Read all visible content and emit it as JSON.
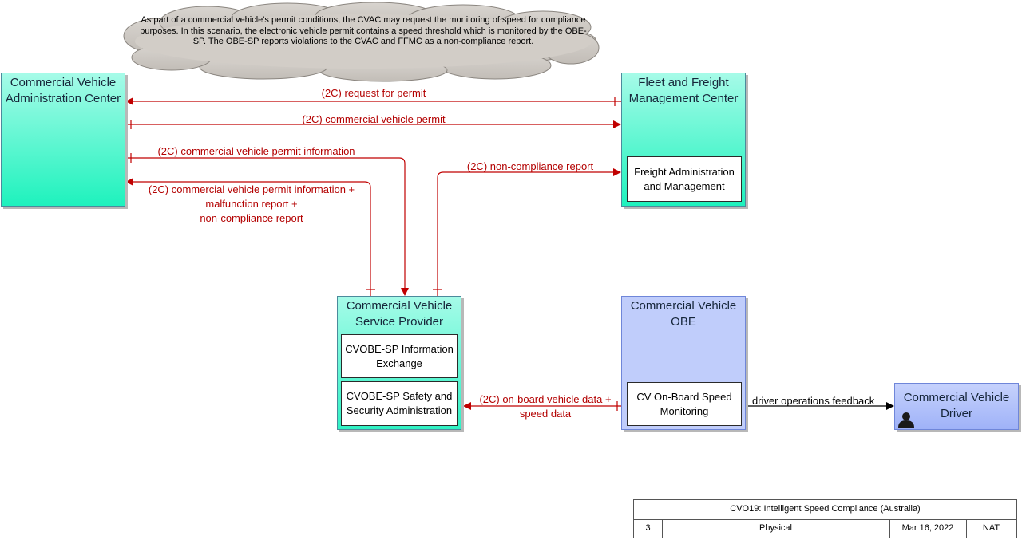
{
  "note": "As part of a commercial vehicle's permit conditions, the CVAC may request the monitoring of speed for compliance purposes. In this scenario, the electronic vehicle permit contains a speed threshold which is monitored by the OBE-SP. The OBE-SP reports violations to the CVAC and FFMC as a non-compliance report.",
  "entities": {
    "cvac": {
      "title": "Commercial Vehicle Administration Center"
    },
    "ffmc": {
      "title": "Fleet and Freight Management Center",
      "sub": "Freight Administration and Management"
    },
    "cvsp": {
      "title": "Commercial Vehicle Service Provider",
      "sub1": "CVOBE-SP Information Exchange",
      "sub2": "CVOBE-SP Safety and Security Administration"
    },
    "obe": {
      "title": "Commercial Vehicle OBE",
      "sub": "CV On-Board Speed Monitoring"
    },
    "driver": {
      "title": "Commercial Vehicle Driver"
    }
  },
  "flows": {
    "request_permit": "(2C) request for permit",
    "cv_permit": "(2C) commercial vehicle permit",
    "permit_info": "(2C) commercial vehicle permit information",
    "permit_info_reports_l1": "(2C) commercial vehicle permit information +",
    "permit_info_reports_l2": "malfunction report +",
    "permit_info_reports_l3": "non-compliance report",
    "noncompliance": "(2C) non-compliance report",
    "obe_data_l1": "(2C) on-board vehicle data +",
    "obe_data_l2": "speed data",
    "driver_feedback": "driver operations feedback"
  },
  "colors": {
    "flow": "#c00000",
    "feedback": "#000000",
    "center": "#1ef2bd",
    "obe": "#c0cdfb"
  },
  "title_block": {
    "title": "CVO19: Intelligent Speed Compliance (Australia)",
    "number": "3",
    "view": "Physical",
    "date": "Mar 16, 2022",
    "scope": "NAT"
  }
}
